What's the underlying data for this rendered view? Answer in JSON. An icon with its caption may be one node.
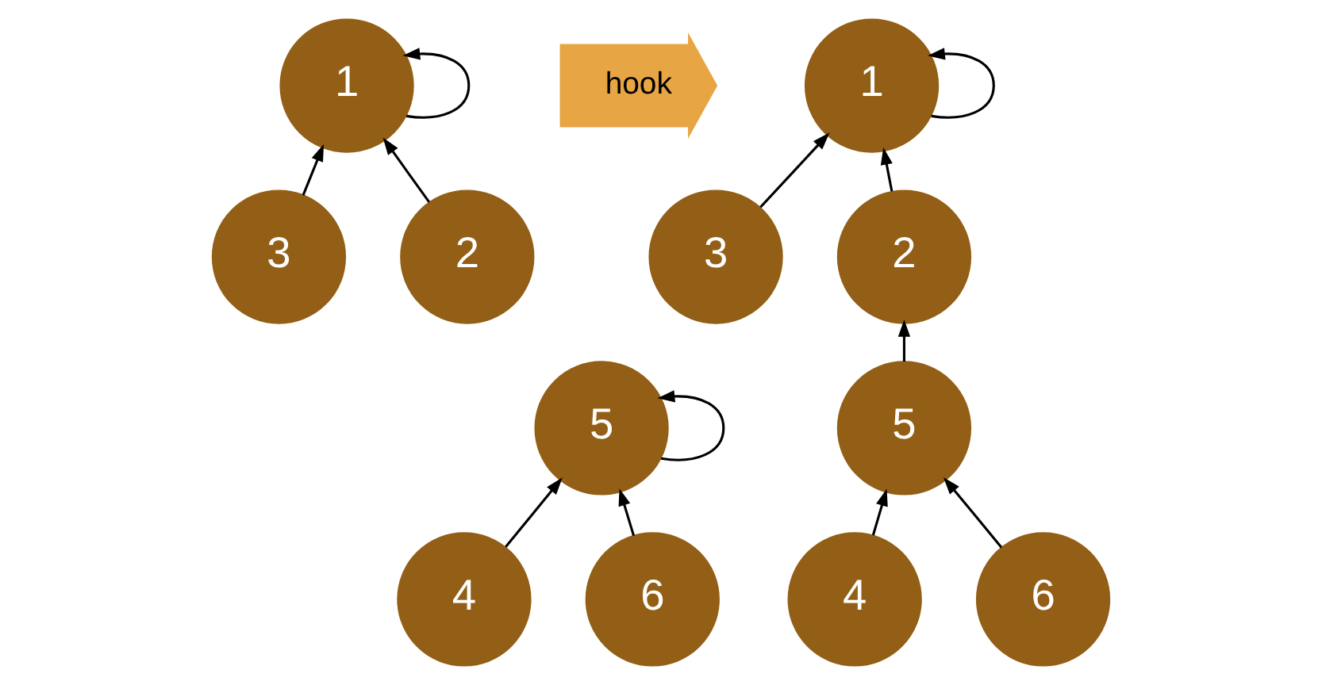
{
  "diagram": {
    "nodes": [
      {
        "text": [
          "1"
        ]
      },
      {
        "text": [
          "3"
        ]
      },
      {
        "text": [
          "2"
        ]
      },
      {
        "text": [
          "5"
        ]
      },
      {
        "text": [
          "4"
        ]
      },
      {
        "text": [
          "6"
        ]
      },
      {
        "text": [
          "hook"
        ]
      },
      {
        "text": [
          "1"
        ]
      },
      {
        "text": [
          "3"
        ]
      },
      {
        "text": [
          "2"
        ]
      },
      {
        "text": [
          "5"
        ]
      },
      {
        "text": [
          "4"
        ]
      },
      {
        "text": [
          "6"
        ]
      }
    ],
    "edges": [
      {
        "from": 0,
        "to": 0,
        "arrow": "to"
      },
      {
        "from": 1,
        "to": 0,
        "arrow": "to"
      },
      {
        "from": 2,
        "to": 0,
        "arrow": "to"
      },
      {
        "from": 3,
        "to": 3,
        "arrow": "to"
      },
      {
        "from": 4,
        "to": 3,
        "arrow": "to"
      },
      {
        "from": 5,
        "to": 3,
        "arrow": "to"
      },
      {
        "from": 7,
        "to": 7,
        "arrow": "to"
      },
      {
        "from": 8,
        "to": 7,
        "arrow": "to"
      },
      {
        "from": 9,
        "to": 7,
        "arrow": "to"
      },
      {
        "from": 10,
        "to": 9,
        "arrow": "to"
      },
      {
        "from": 11,
        "to": 10,
        "arrow": "to"
      },
      {
        "from": 12,
        "to": 10,
        "arrow": "to"
      }
    ]
  }
}
